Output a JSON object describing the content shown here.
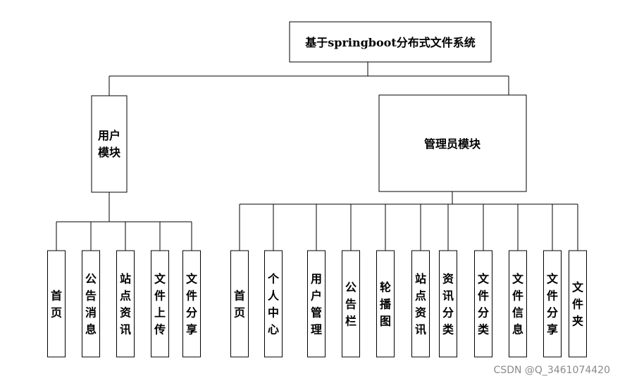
{
  "root": {
    "label": "基于springboot分布式文件系统"
  },
  "user_module": {
    "label_lines": [
      "用户",
      "模块"
    ],
    "children": [
      {
        "chars": [
          "首",
          "页"
        ]
      },
      {
        "chars": [
          "公",
          "告",
          "消",
          "息"
        ]
      },
      {
        "chars": [
          "站",
          "点",
          "资",
          "讯"
        ]
      },
      {
        "chars": [
          "文",
          "件",
          "上",
          "传"
        ]
      },
      {
        "chars": [
          "文",
          "件",
          "分",
          "享"
        ]
      }
    ]
  },
  "admin_module": {
    "label": "管理员模块",
    "children": [
      {
        "chars": [
          "首",
          "页"
        ]
      },
      {
        "chars": [
          "个",
          "人",
          "中",
          "心"
        ]
      },
      {
        "chars": [
          "用",
          "户",
          "管",
          "理"
        ]
      },
      {
        "chars": [
          "公",
          "告",
          "栏"
        ]
      },
      {
        "chars": [
          "轮",
          "播",
          "图"
        ]
      },
      {
        "chars": [
          "站",
          "点",
          "资",
          "讯"
        ]
      },
      {
        "chars": [
          "资",
          "讯",
          "分",
          "类"
        ]
      },
      {
        "chars": [
          "文",
          "件",
          "分",
          "类"
        ]
      },
      {
        "chars": [
          "文",
          "件",
          "信",
          "息"
        ]
      },
      {
        "chars": [
          "文",
          "件",
          "分",
          "享"
        ]
      },
      {
        "chars": [
          "文",
          "件",
          "夹"
        ]
      }
    ]
  },
  "watermark": "CSDN @Q_3461074420"
}
